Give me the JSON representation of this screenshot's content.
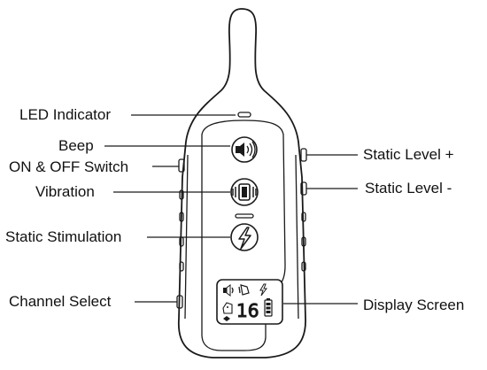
{
  "labels": {
    "led_indicator": "LED Indicator",
    "beep": "Beep",
    "on_off_switch": "ON & OFF Switch",
    "vibration": "Vibration",
    "static_stimulation": "Static Stimulation",
    "channel_select": "Channel Select",
    "static_level_plus": "Static Level +",
    "static_level_minus": "Static Level -",
    "display_screen": "Display Screen"
  },
  "display": {
    "digits": "16"
  },
  "icons": {
    "beep_button": "speaker-icon",
    "vibration_button": "vibration-icon",
    "static_button": "lightning-icon"
  }
}
